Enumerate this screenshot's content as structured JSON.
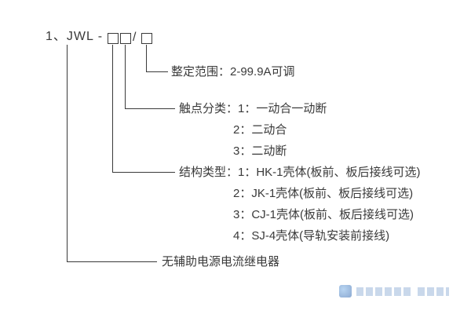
{
  "model": {
    "prefix": "1、JWL -",
    "slash": "/"
  },
  "rows": {
    "range": {
      "label": "整定范围：2-99.9A可调"
    },
    "contact": {
      "label": "触点分类：1：一动合一动断",
      "items": [
        "2：二动合",
        "3：二动断"
      ]
    },
    "structure": {
      "label": "结构类型：1：HK-1壳体(板前、板后接线可选)",
      "items": [
        "2：JK-1壳体(板前、板后接线可选)",
        "3：CJ-1壳体(板前、板后接线可选)",
        "4：SJ-4壳体(导轨安装前接线)"
      ]
    },
    "relay": {
      "label": "无辅助电源电流继电器"
    }
  }
}
